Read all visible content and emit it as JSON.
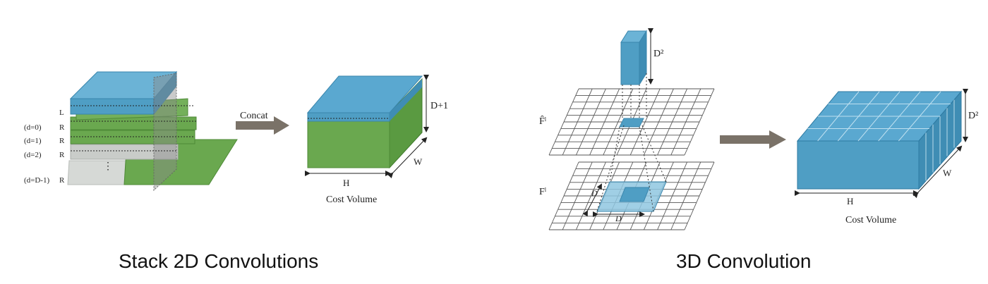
{
  "left_panel": {
    "caption": "Stack 2D Convolutions",
    "stack_labels": {
      "l": "L",
      "r0": "R",
      "r1": "R",
      "r2": "R",
      "rlast": "R",
      "d0": "(d=0)",
      "d1": "(d=1)",
      "d2": "(d=2)",
      "dlast": "(d=D-1)",
      "ellipsis": "⋮"
    },
    "arrow_label": "Concat",
    "volume": {
      "height_label": "D+1",
      "width_label": "W",
      "length_label": "H",
      "name": "Cost Volume"
    }
  },
  "right_panel": {
    "caption": "3D Convolution",
    "column_label": "D²",
    "f_hat_label": "F̂ˡ",
    "f_label": "Fˡ",
    "d_left": "D",
    "d_bottom": "D",
    "volume": {
      "height_label": "D²",
      "width_label": "W",
      "length_label": "H",
      "name": "Cost Volume"
    }
  },
  "colors": {
    "blue": "#4f9ec4",
    "blue_dark": "#3a86ad",
    "green": "#6aa84f",
    "green_dark": "#4e8a37",
    "gray_arrow": "#7a7268",
    "grid_line": "#555555"
  }
}
